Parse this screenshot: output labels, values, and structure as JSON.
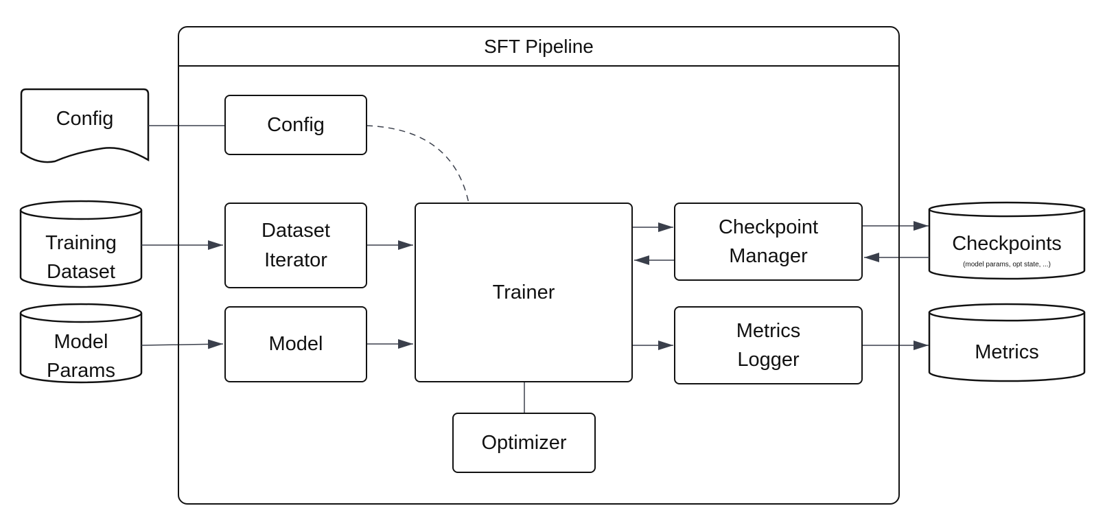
{
  "pipeline": {
    "title": "SFT Pipeline"
  },
  "inputs": {
    "config_doc": "Config",
    "training_dataset": "Training Dataset",
    "model_params": "Model Params"
  },
  "components": {
    "config": "Config",
    "dataset_iterator": "Dataset Iterator",
    "model": "Model",
    "trainer": "Trainer",
    "optimizer": "Optimizer",
    "checkpoint_manager": "Checkpoint Manager",
    "metrics_logger": "Metrics Logger"
  },
  "outputs": {
    "checkpoints": "Checkpoints",
    "checkpoints_note": "(model params, opt state, ...)",
    "metrics": "Metrics"
  },
  "colors": {
    "stroke": "#111111",
    "arrow": "#3a3f4b"
  }
}
